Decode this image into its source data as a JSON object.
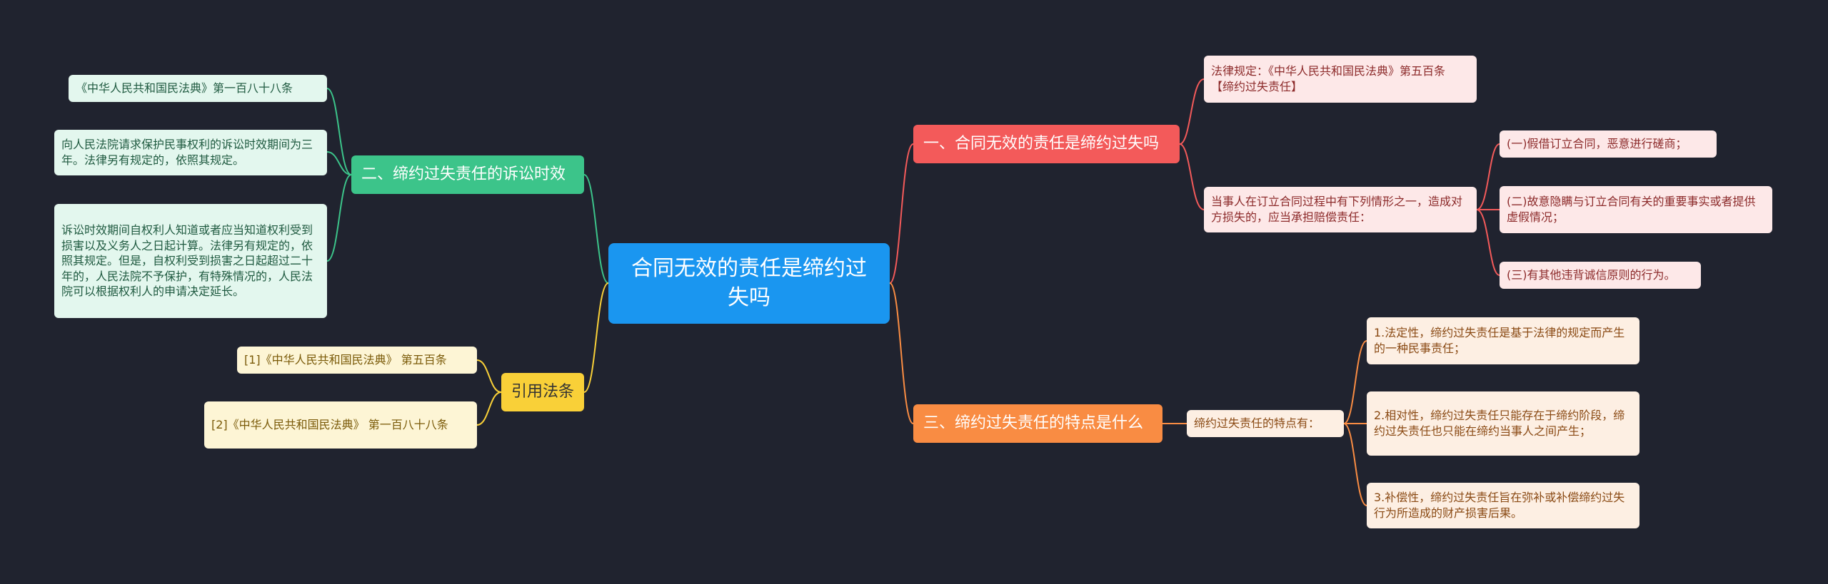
{
  "root": {
    "label": "合同无效的责任是缔约过失吗"
  },
  "branches": {
    "one": {
      "label": "一、合同无效的责任是缔约过失吗",
      "law": "法律规定：《中华人民共和国民法典》第五百条 【缔约过失责任】",
      "situations": "当事人在订立合同过程中有下列情形之一，造成对方损失的，应当承担赔偿责任：",
      "items": [
        "(一)假借订立合同，恶意进行磋商；",
        "(二)故意隐瞒与订立合同有关的重要事实或者提供虚假情况；",
        "(三)有其他违背诚信原则的行为。"
      ]
    },
    "three": {
      "label": "三、缔约过失责任的特点是什么",
      "sub": "缔约过失责任的特点有：",
      "items": [
        "1.法定性，缔约过失责任是基于法律的规定而产生的一种民事责任；",
        "2.相对性，缔约过失责任只能存在于缔约阶段，缔约过失责任也只能在缔约当事人之间产生；",
        "3.补偿性，缔约过失责任旨在弥补或补偿缔约过失行为所造成的财产损害后果。"
      ]
    },
    "two": {
      "label": "二、缔约过失责任的诉讼时效",
      "items": [
        "《中华人民共和国民法典》第一百八十八条",
        "向人民法院请求保护民事权利的诉讼时效期间为三年。法律另有规定的，依照其规定。",
        "诉讼时效期间自权利人知道或者应当知道权利受到损害以及义务人之日起计算。法律另有规定的，依照其规定。但是，自权利受到损害之日起超过二十年的，人民法院不予保护，有特殊情况的，人民法院可以根据权利人的申请决定延长。"
      ]
    },
    "refs": {
      "label": "引用法条",
      "items": [
        "[1]《中华人民共和国民法典》 第五百条",
        "[2]《中华人民共和国民法典》 第一百八十八条"
      ]
    }
  },
  "colors": {
    "background": "#20232f",
    "root": "#1a96f0",
    "red": "#f35a5a",
    "orange": "#f98c43",
    "green": "#3cc48a",
    "yellow": "#f9d038"
  }
}
